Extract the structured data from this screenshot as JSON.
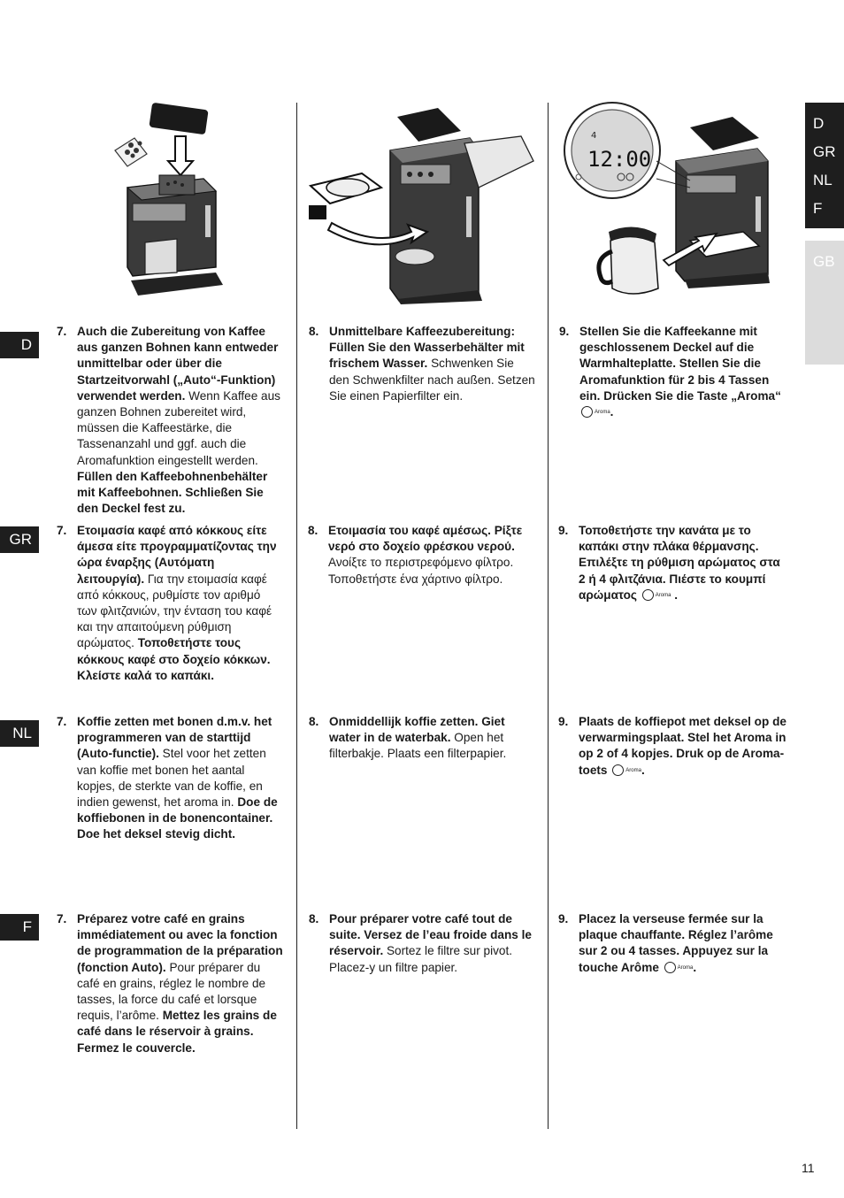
{
  "page_number": "11",
  "side_tabs": {
    "dark": [
      "D",
      "GR",
      "NL",
      "F"
    ],
    "light": "GB"
  },
  "lcd_time": "12:00",
  "lcd_digit": "4",
  "aroma_label": "Aroma",
  "sections": [
    {
      "lang": "D",
      "steps": [
        {
          "num": "7.",
          "parts": [
            {
              "b": true,
              "t": "Auch die Zubereitung von Kaffee aus ganzen Bohnen kann entweder unmittelbar oder über die Startzeitvorwahl („Auto“-Funktion) verwendet werden."
            },
            {
              "b": false,
              "t": " Wenn Kaffee aus ganzen Bohnen zubereitet wird, müssen die Kaffeestärke, die Tassenanzahl und ggf. auch die Aromafunktion eingestellt werden. "
            },
            {
              "b": true,
              "t": "Füllen den Kaffeebohnenbehälter mit Kaffeebohnen. Schließen Sie den Deckel fest zu."
            }
          ]
        },
        {
          "num": "8.",
          "parts": [
            {
              "b": true,
              "t": "Unmittelbare Kaffeezubereitung: Füllen Sie den Wasserbehälter mit frischem Wasser."
            },
            {
              "b": false,
              "t": " Schwenken Sie den Schwenkfilter nach außen. Setzen Sie einen Papierfilter ein."
            }
          ]
        },
        {
          "num": "9.",
          "parts": [
            {
              "b": true,
              "t": "Stellen Sie die Kaffeekanne mit geschlossenem Deckel auf die Warmhalteplatte. Stellen Sie die Aromafunktion für 2 bis 4 Tassen ein. Drücken Sie die Taste „Aroma“ "
            },
            {
              "icon": true
            },
            {
              "b": true,
              "t": "."
            }
          ]
        }
      ]
    },
    {
      "lang": "GR",
      "steps": [
        {
          "num": "7.",
          "parts": [
            {
              "b": true,
              "t": "Ετοιμασία καφέ από κόκκους είτε άμεσα είτε προγραμματίζοντας την ώρα έναρξης (Αυτόματη λειτουργία)."
            },
            {
              "b": false,
              "t": " Για την ετοιμασία καφέ από κόκκους, ρυθμίστε τον αριθμό των φλιτζανιών, την ένταση του καφέ και την απαιτούμενη ρύθμιση αρώματος. "
            },
            {
              "b": true,
              "t": "Τοποθετήστε τους κόκκους καφέ στο δοχείο κόκκων. Κλείστε καλά το καπάκι."
            }
          ]
        },
        {
          "num": "8.",
          "parts": [
            {
              "b": true,
              "t": "Ετοιμασία του καφέ αμέσως. Ρίξτε νερό στο δοχείο φρέσκου νερού."
            },
            {
              "b": false,
              "t": " Ανοίξτε το περιστρεφόμενο φίλτρο. Τοποθετήστε ένα χάρτινο φίλτρο."
            }
          ]
        },
        {
          "num": "9.",
          "parts": [
            {
              "b": true,
              "t": "Τοποθετήστε την κανάτα με το καπάκι στην πλάκα θέρμανσης. Επιλέξτε τη ρύθμιση αρώματος στα 2 ή 4 φλιτζάνια. Πιέστε το κουμπί αρώματος "
            },
            {
              "icon": true
            },
            {
              "b": true,
              "t": " ."
            }
          ]
        }
      ]
    },
    {
      "lang": "NL",
      "steps": [
        {
          "num": "7.",
          "parts": [
            {
              "b": true,
              "t": "Koffie zetten met bonen d.m.v. het programmeren van de starttijd (Auto-functie)."
            },
            {
              "b": false,
              "t": " Stel voor het zetten van koffie met bonen het aantal kopjes, de sterkte van de koffie, en indien gewenst, het aroma in. "
            },
            {
              "b": true,
              "t": "Doe de koffiebonen in de bonencontainer. Doe het deksel stevig dicht."
            }
          ]
        },
        {
          "num": "8.",
          "parts": [
            {
              "b": true,
              "t": "Onmiddellijk koffie zetten. Giet water in de waterbak."
            },
            {
              "b": false,
              "t": " Open het filterbakje. Plaats een filterpapier."
            }
          ]
        },
        {
          "num": "9.",
          "parts": [
            {
              "b": true,
              "t": "Plaats de koffiepot met deksel op de verwarmingsplaat. Stel het Aroma in op 2 of 4 kopjes. Druk op de Aroma-toets "
            },
            {
              "icon": true
            },
            {
              "b": true,
              "t": "."
            }
          ]
        }
      ]
    },
    {
      "lang": "F",
      "steps": [
        {
          "num": "7.",
          "parts": [
            {
              "b": true,
              "t": "Préparez votre café en grains immédiatement ou avec la fonction de programmation de la préparation (fonction Auto)."
            },
            {
              "b": false,
              "t": " Pour préparer du café en grains, réglez le nombre de tasses, la force du café et lorsque requis, l’arôme. "
            },
            {
              "b": true,
              "t": "Mettez les grains de café dans le réservoir à grains. Fermez le couvercle."
            }
          ]
        },
        {
          "num": "8.",
          "parts": [
            {
              "b": true,
              "t": "Pour préparer votre café tout de suite. Versez de l’eau froide dans le réservoir."
            },
            {
              "b": false,
              "t": " Sortez le filtre sur pivot. Placez-y un filtre papier."
            }
          ]
        },
        {
          "num": "9.",
          "parts": [
            {
              "b": true,
              "t": "Placez la verseuse fermée sur la plaque chauffante.  Réglez l’arôme sur 2 ou 4 tasses. Appuyez sur la touche Arôme "
            },
            {
              "icon": true
            },
            {
              "b": true,
              "t": "."
            }
          ]
        }
      ]
    }
  ]
}
